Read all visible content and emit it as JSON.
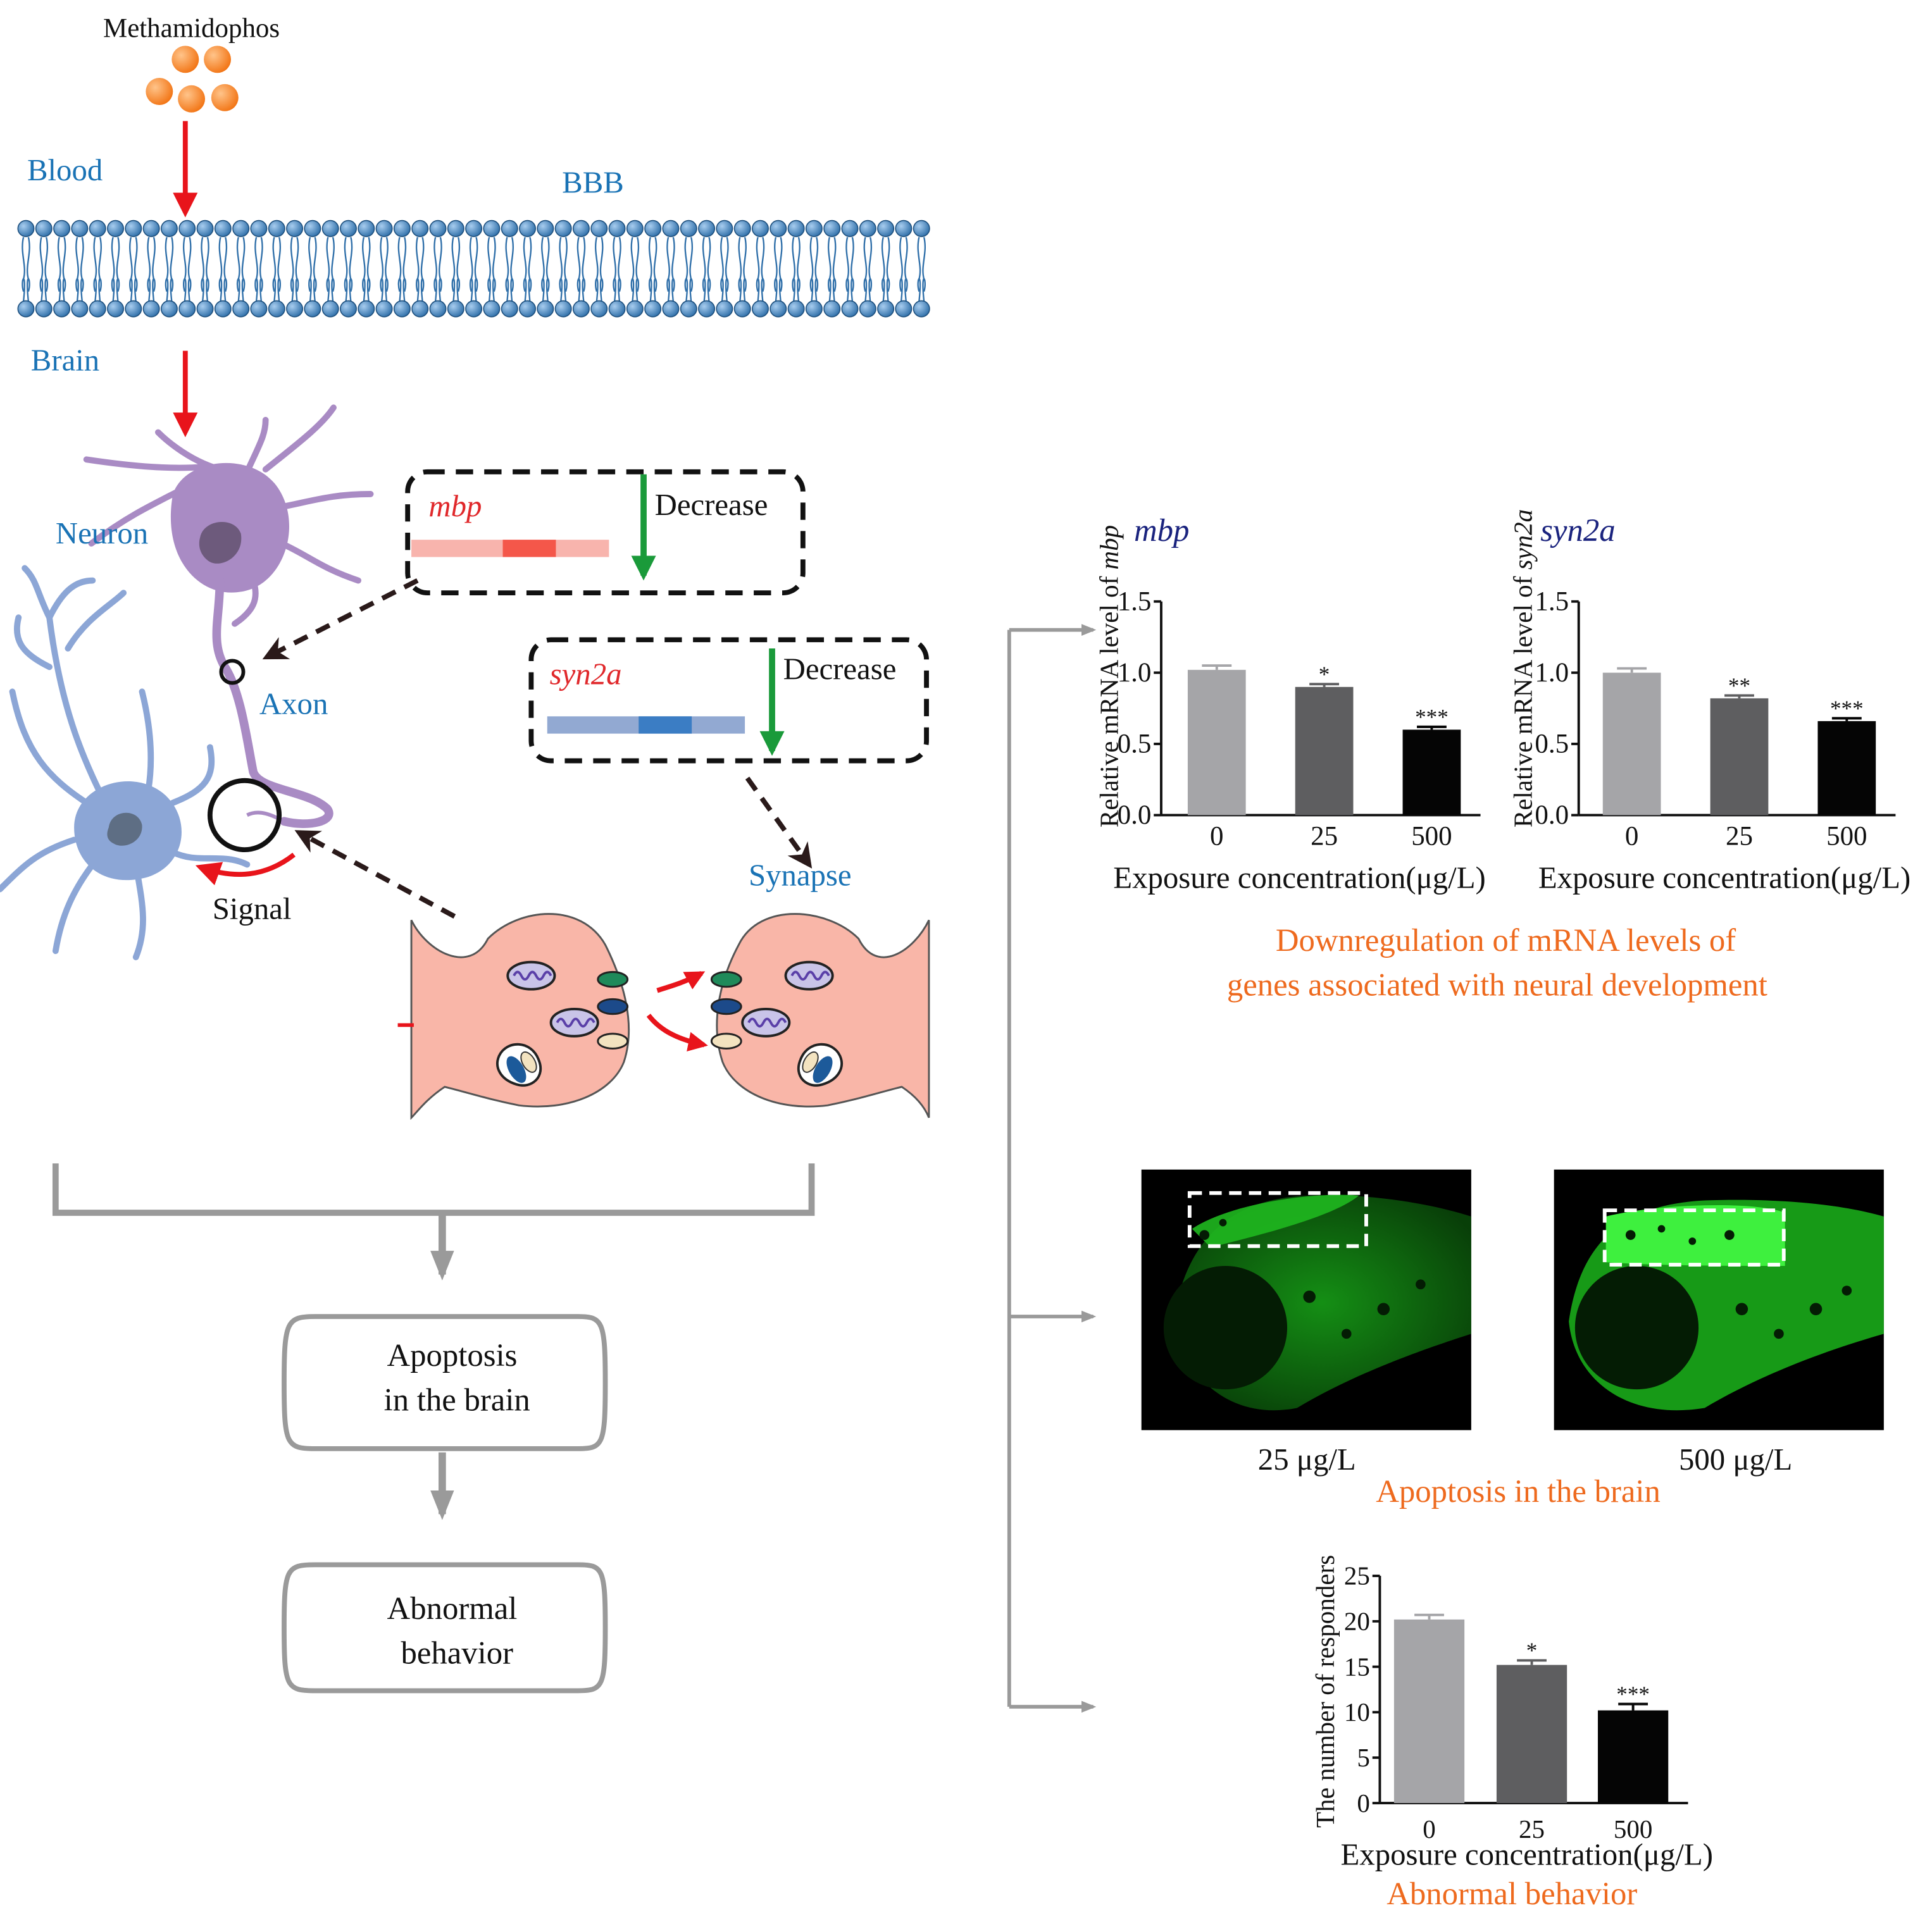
{
  "labels": {
    "methamidophos": "Methamidophos",
    "blood": "Blood",
    "bbb": "BBB",
    "brain": "Brain",
    "neuron": "Neuron",
    "axon": "Axon",
    "signal": "Signal",
    "synapse": "Synapse"
  },
  "gene_boxes": [
    {
      "gene": "mbp",
      "effect": "Decrease",
      "bar_color": "#f4574a",
      "bar_light": "#f8b4ad"
    },
    {
      "gene": "syn2a",
      "effect": "Decrease",
      "bar_color": "#3b7dc4",
      "bar_light": "#92a9d2"
    }
  ],
  "flow": {
    "step1": [
      "Apoptosis",
      "in the brain"
    ],
    "step2": [
      "Abnormal",
      "behavior"
    ]
  },
  "colors": {
    "blue_label": "#1a73b5",
    "orange_caption": "#ee6a1e",
    "red_arrow": "#e8141b",
    "green_arrow": "#1a9a3a",
    "gray_connector": "#999999",
    "neuron_purple": "#a98bc4",
    "neuron_blue": "#8ca6d6",
    "synapse_pink": "#f9b6a8"
  },
  "captions": {
    "mrna_line1": "Downregulation of  mRNA levels of",
    "mrna_line2": "genes associated with neural development",
    "apoptosis": "Apoptosis in the brain",
    "behavior": "Abnormal behavior"
  },
  "micrographs": [
    {
      "label": "25 μg/L"
    },
    {
      "label": "500 μg/L"
    }
  ],
  "chart_data": [
    {
      "type": "bar",
      "title": "mbp",
      "categories": [
        "0",
        "25",
        "500"
      ],
      "values": [
        1.02,
        0.9,
        0.6
      ],
      "errors": [
        0.03,
        0.02,
        0.02
      ],
      "significance": [
        "",
        "*",
        "***"
      ],
      "bar_colors": [
        "#a5a5a8",
        "#5e5e60",
        "#050505"
      ],
      "xlabel": "Exposure concentration(μg/L)",
      "ylabel_prefix": "Relative mRNA level of ",
      "ylabel_gene": "mbp",
      "ylim": [
        0,
        1.5
      ],
      "yticks": [
        "0.0",
        "0.5",
        "1.0",
        "1.5"
      ],
      "ytick_values": [
        0,
        0.5,
        1.0,
        1.5
      ]
    },
    {
      "type": "bar",
      "title": "syn2a",
      "categories": [
        "0",
        "25",
        "500"
      ],
      "values": [
        1.0,
        0.82,
        0.66
      ],
      "errors": [
        0.03,
        0.02,
        0.02
      ],
      "significance": [
        "",
        "**",
        "***"
      ],
      "bar_colors": [
        "#a5a5a8",
        "#5e5e60",
        "#050505"
      ],
      "xlabel": "Exposure concentration(μg/L)",
      "ylabel_prefix": "Relative mRNA level of ",
      "ylabel_gene": "syn2a",
      "ylim": [
        0,
        1.5
      ],
      "yticks": [
        "0.0",
        "0.5",
        "1.0",
        "1.5"
      ],
      "ytick_values": [
        0,
        0.5,
        1.0,
        1.5
      ]
    },
    {
      "type": "bar",
      "title": "",
      "categories": [
        "0",
        "25",
        "500"
      ],
      "values": [
        20.2,
        15.2,
        10.2
      ],
      "errors": [
        0.5,
        0.5,
        0.7
      ],
      "significance": [
        "",
        "*",
        "***"
      ],
      "bar_colors": [
        "#a5a5a8",
        "#5e5e60",
        "#050505"
      ],
      "xlabel": "Exposure concentration(μg/L)",
      "ylabel_prefix": "The number of responders",
      "ylabel_gene": "",
      "ylim": [
        0,
        25
      ],
      "yticks": [
        "0",
        "5",
        "10",
        "15",
        "20",
        "25"
      ],
      "ytick_values": [
        0,
        5,
        10,
        15,
        20,
        25
      ]
    }
  ]
}
